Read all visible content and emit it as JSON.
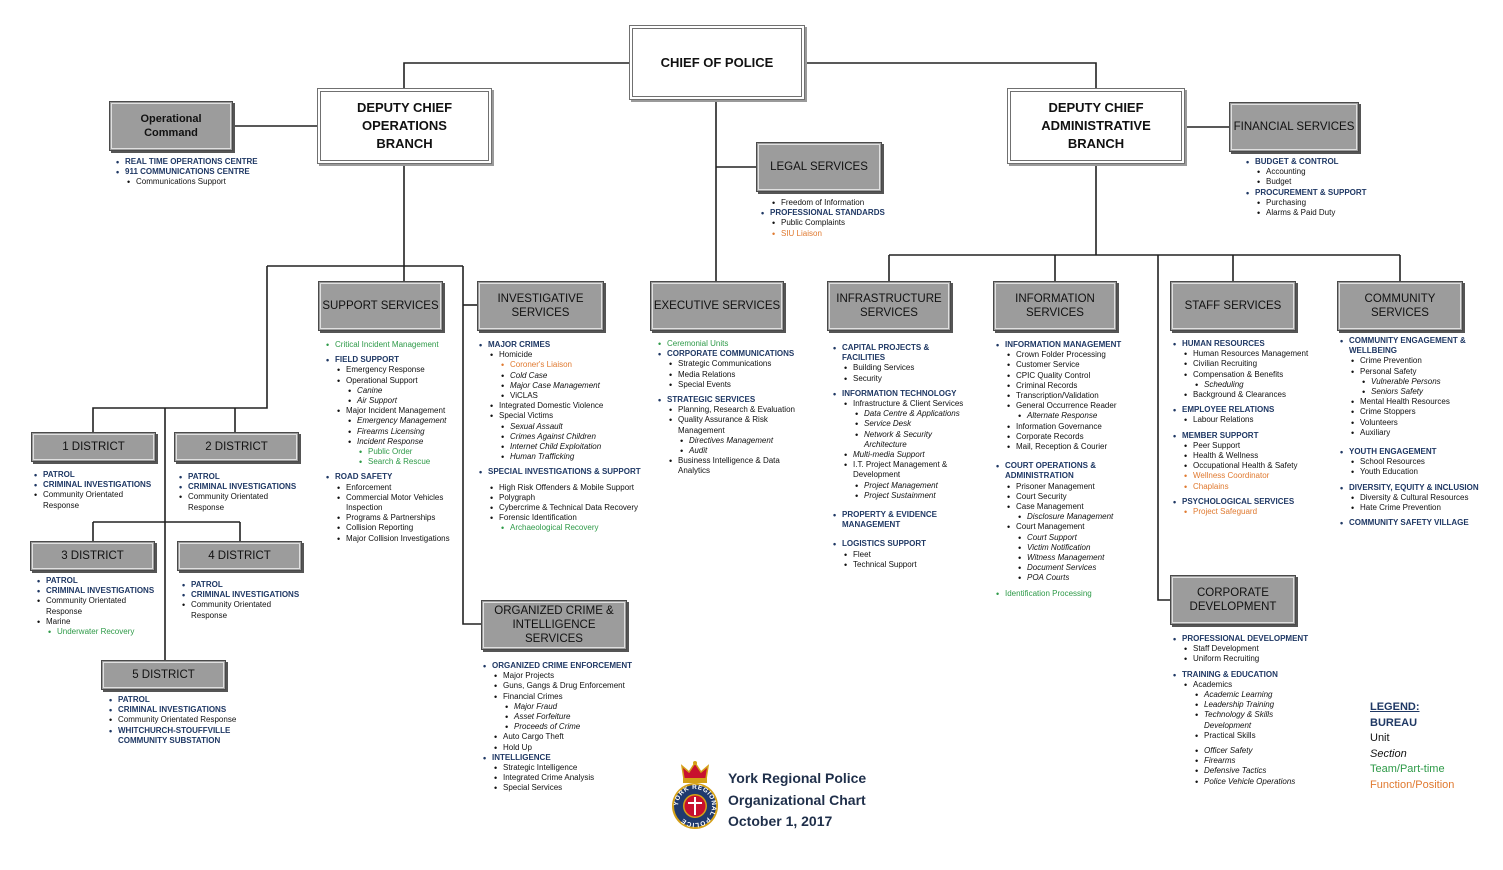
{
  "colors": {
    "bureau": "#1f3864",
    "team": "#2e9a48",
    "function": "#e07a30",
    "box_gray": "#9c9c9c"
  },
  "boxes": {
    "chief": "CHIEF OF POLICE",
    "deputy_ops": "DEPUTY CHIEF\nOPERATIONS\nBRANCH",
    "deputy_admin": "DEPUTY CHIEF\nADMINISTRATIVE\nBRANCH",
    "operational_command": "Operational\nCommand",
    "legal": "LEGAL SERVICES",
    "financial": "FINANCIAL SERVICES",
    "support": "SUPPORT SERVICES",
    "investigative": "INVESTIGATIVE\nSERVICES",
    "executive": "EXECUTIVE SERVICES",
    "infrastructure": "INFRASTRUCTURE\nSERVICES",
    "information": "INFORMATION\nSERVICES",
    "staff": "STAFF SERVICES",
    "community": "COMMUNITY SERVICES",
    "organized_crime": "ORGANIZED CRIME &\nINTELLIGENCE SERVICES",
    "corporate_dev": "CORPORATE\nDEVELOPMENT",
    "district1": "1 DISTRICT",
    "district2": "2 DISTRICT",
    "district3": "3 DISTRICT",
    "district4": "4 DISTRICT",
    "district5": "5 DISTRICT"
  },
  "lists": {
    "operational": [
      {
        "t": "REAL TIME OPERATIONS CENTRE",
        "c": "bureau",
        "l": 1
      },
      {
        "t": "911 COMMUNICATIONS CENTRE",
        "c": "bureau",
        "l": 1
      },
      {
        "t": "Communications Support",
        "c": "unit",
        "l": 2
      }
    ],
    "legal": [
      {
        "t": "Freedom of Information",
        "c": "unit",
        "l": 2
      },
      {
        "t": "PROFESSIONAL STANDARDS",
        "c": "bureau",
        "l": 1
      },
      {
        "t": "Public Complaints",
        "c": "unit",
        "l": 2
      },
      {
        "t": "SIU Liaison",
        "c": "func",
        "l": 2
      }
    ],
    "financial": [
      {
        "t": "BUDGET & CONTROL",
        "c": "bureau",
        "l": 1
      },
      {
        "t": "Accounting",
        "c": "unit",
        "l": 2
      },
      {
        "t": "Budget",
        "c": "unit",
        "l": 2
      },
      {
        "t": "PROCUREMENT & SUPPORT",
        "c": "bureau",
        "l": 1
      },
      {
        "t": "Purchasing",
        "c": "unit",
        "l": 2
      },
      {
        "t": "Alarms & Paid Duty",
        "c": "unit",
        "l": 2
      }
    ],
    "support": [
      {
        "t": "Critical Incident Management",
        "c": "team",
        "l": 1
      },
      {
        "t": "FIELD SUPPORT",
        "c": "bureau",
        "l": 1,
        "g": 1
      },
      {
        "t": "Emergency Response",
        "c": "unit",
        "l": 2
      },
      {
        "t": "Operational Support",
        "c": "unit",
        "l": 2
      },
      {
        "t": "Canine",
        "c": "section",
        "l": 3
      },
      {
        "t": "Air Support",
        "c": "section",
        "l": 3
      },
      {
        "t": "Major Incident Management",
        "c": "unit",
        "l": 2
      },
      {
        "t": "Emergency Management",
        "c": "section",
        "l": 3
      },
      {
        "t": "Firearms Licensing",
        "c": "section",
        "l": 3
      },
      {
        "t": "Incident Response",
        "c": "section",
        "l": 3
      },
      {
        "t": "Public Order",
        "c": "team",
        "l": 4
      },
      {
        "t": "Search & Rescue",
        "c": "team",
        "l": 4
      },
      {
        "t": "ROAD SAFETY",
        "c": "bureau",
        "l": 1,
        "g": 1
      },
      {
        "t": "Enforcement",
        "c": "unit",
        "l": 2
      },
      {
        "t": "Commercial Motor Vehicles Inspection",
        "c": "unit",
        "l": 2
      },
      {
        "t": "Programs & Partnerships",
        "c": "unit",
        "l": 2
      },
      {
        "t": "Collision Reporting",
        "c": "unit",
        "l": 2
      },
      {
        "t": "Major Collision Investigations",
        "c": "unit",
        "l": 2
      }
    ],
    "investigative": [
      {
        "t": "MAJOR CRIMES",
        "c": "bureau",
        "l": 1
      },
      {
        "t": "Homicide",
        "c": "unit",
        "l": 2
      },
      {
        "t": "Coroner's Liaison",
        "c": "func",
        "l": 3
      },
      {
        "t": "Cold Case",
        "c": "section",
        "l": 3
      },
      {
        "t": "Major Case Management",
        "c": "section",
        "l": 3
      },
      {
        "t": "ViCLAS",
        "c": "unit",
        "l": 3
      },
      {
        "t": "Integrated Domestic Violence",
        "c": "unit",
        "l": 2
      },
      {
        "t": "Special Victims",
        "c": "unit",
        "l": 2
      },
      {
        "t": "Sexual Assault",
        "c": "section",
        "l": 3
      },
      {
        "t": "Crimes Against Children",
        "c": "section",
        "l": 3
      },
      {
        "t": "Internet Child Exploitation",
        "c": "section",
        "l": 3
      },
      {
        "t": "Human Trafficking",
        "c": "section",
        "l": 3
      },
      {
        "t": "SPECIAL INVESTIGATIONS & SUPPORT",
        "c": "bureau",
        "l": 1,
        "g": 1
      },
      {
        "t": "High Risk Offenders & Mobile Support",
        "c": "unit",
        "l": 2,
        "g": 1
      },
      {
        "t": "Polygraph",
        "c": "unit",
        "l": 2
      },
      {
        "t": "Cybercrime & Technical Data Recovery",
        "c": "unit",
        "l": 2
      },
      {
        "t": "Forensic Identification",
        "c": "unit",
        "l": 2
      },
      {
        "t": "Archaeological Recovery",
        "c": "team",
        "l": 3
      }
    ],
    "organized": [
      {
        "t": "ORGANIZED CRIME ENFORCEMENT",
        "c": "bureau",
        "l": 1
      },
      {
        "t": "Major Projects",
        "c": "unit",
        "l": 2
      },
      {
        "t": "Guns, Gangs & Drug Enforcement",
        "c": "unit",
        "l": 2
      },
      {
        "t": "Financial Crimes",
        "c": "unit",
        "l": 2
      },
      {
        "t": "Major Fraud",
        "c": "section",
        "l": 3
      },
      {
        "t": "Asset Forfeiture",
        "c": "section",
        "l": 3
      },
      {
        "t": "Proceeds of Crime",
        "c": "section",
        "l": 3
      },
      {
        "t": "Auto Cargo Theft",
        "c": "unit",
        "l": 2
      },
      {
        "t": "Hold Up",
        "c": "unit",
        "l": 2
      },
      {
        "t": "INTELLIGENCE",
        "c": "bureau",
        "l": 1
      },
      {
        "t": "Strategic Intelligence",
        "c": "unit",
        "l": 2
      },
      {
        "t": "Integrated Crime Analysis",
        "c": "unit",
        "l": 2
      },
      {
        "t": "Special Services",
        "c": "unit",
        "l": 2
      }
    ],
    "executive": [
      {
        "t": "Ceremonial Units",
        "c": "team",
        "l": 1
      },
      {
        "t": "CORPORATE COMMUNICATIONS",
        "c": "bureau",
        "l": 1
      },
      {
        "t": "Strategic Communications",
        "c": "unit",
        "l": 2
      },
      {
        "t": "Media Relations",
        "c": "unit",
        "l": 2
      },
      {
        "t": "Special Events",
        "c": "unit",
        "l": 2
      },
      {
        "t": "STRATEGIC SERVICES",
        "c": "bureau",
        "l": 1,
        "g": 1
      },
      {
        "t": "Planning, Research & Evaluation",
        "c": "unit",
        "l": 2
      },
      {
        "t": "Quality Assurance & Risk Management",
        "c": "unit",
        "l": 2
      },
      {
        "t": "Directives Management",
        "c": "section",
        "l": 3
      },
      {
        "t": "Audit",
        "c": "section",
        "l": 3
      },
      {
        "t": "Business Intelligence & Data Analytics",
        "c": "unit",
        "l": 2
      }
    ],
    "infrastructure": [
      {
        "t": "CAPITAL PROJECTS & FACILITIES",
        "c": "bureau",
        "l": 1
      },
      {
        "t": "Building Services",
        "c": "unit",
        "l": 2
      },
      {
        "t": "Security",
        "c": "unit",
        "l": 2
      },
      {
        "t": "INFORMATION TECHNOLOGY",
        "c": "bureau",
        "l": 1,
        "g": 1
      },
      {
        "t": "Infrastructure & Client Services",
        "c": "unit",
        "l": 2
      },
      {
        "t": "Data Centre & Applications",
        "c": "section",
        "l": 3
      },
      {
        "t": "Service Desk",
        "c": "section",
        "l": 3
      },
      {
        "t": "Network & Security Architecture",
        "c": "section",
        "l": 3
      },
      {
        "t": "Multi-media Support",
        "c": "section",
        "l": 2
      },
      {
        "t": "I.T. Project Management & Development",
        "c": "unit",
        "l": 2
      },
      {
        "t": "Project Management",
        "c": "section",
        "l": 3
      },
      {
        "t": "Project Sustainment",
        "c": "section",
        "l": 3
      },
      {
        "t": "PROPERTY & EVIDENCE MANAGEMENT",
        "c": "bureau",
        "l": 1,
        "g": 2
      },
      {
        "t": "LOGISTICS SUPPORT",
        "c": "bureau",
        "l": 1,
        "g": 2
      },
      {
        "t": "Fleet",
        "c": "unit",
        "l": 2
      },
      {
        "t": "Technical Support",
        "c": "unit",
        "l": 2
      }
    ],
    "information": [
      {
        "t": "INFORMATION MANAGEMENT",
        "c": "bureau",
        "l": 1
      },
      {
        "t": "Crown Folder Processing",
        "c": "unit",
        "l": 2
      },
      {
        "t": "Customer Service",
        "c": "unit",
        "l": 2
      },
      {
        "t": "CPIC Quality Control",
        "c": "unit",
        "l": 2
      },
      {
        "t": "Criminal Records",
        "c": "unit",
        "l": 2
      },
      {
        "t": "Transcription/Validation",
        "c": "unit",
        "l": 2
      },
      {
        "t": "General Occurrence Reader",
        "c": "unit",
        "l": 2
      },
      {
        "t": "Alternate Response",
        "c": "section",
        "l": 3
      },
      {
        "t": "Information Governance",
        "c": "unit",
        "l": 2
      },
      {
        "t": "Corporate Records",
        "c": "unit",
        "l": 2
      },
      {
        "t": "Mail, Reception & Courier",
        "c": "unit",
        "l": 2
      },
      {
        "t": "COURT OPERATIONS & ADMINISTRATION",
        "c": "bureau",
        "l": 1,
        "g": 2
      },
      {
        "t": "Prisoner Management",
        "c": "unit",
        "l": 2
      },
      {
        "t": "Court Security",
        "c": "unit",
        "l": 2
      },
      {
        "t": "Case Management",
        "c": "unit",
        "l": 2
      },
      {
        "t": "Disclosure Management",
        "c": "section",
        "l": 3
      },
      {
        "t": "Court Management",
        "c": "unit",
        "l": 2
      },
      {
        "t": "Court Support",
        "c": "section",
        "l": 3
      },
      {
        "t": "Victim Notification",
        "c": "section",
        "l": 3
      },
      {
        "t": "Witness Management",
        "c": "section",
        "l": 3
      },
      {
        "t": "Document Services",
        "c": "section",
        "l": 3
      },
      {
        "t": "POA Courts",
        "c": "section",
        "l": 3
      },
      {
        "t": "Identification Processing",
        "c": "team",
        "l": 1,
        "g": 1
      }
    ],
    "staff": [
      {
        "t": "HUMAN RESOURCES",
        "c": "bureau",
        "l": 1
      },
      {
        "t": "Human Resources Management",
        "c": "unit",
        "l": 2
      },
      {
        "t": "Civilian Recruiting",
        "c": "unit",
        "l": 2
      },
      {
        "t": "Compensation & Benefits",
        "c": "unit",
        "l": 2
      },
      {
        "t": "Scheduling",
        "c": "section",
        "l": 3
      },
      {
        "t": "Background & Clearances",
        "c": "unit",
        "l": 2
      },
      {
        "t": "EMPLOYEE RELATIONS",
        "c": "bureau",
        "l": 1,
        "g": 1
      },
      {
        "t": "Labour Relations",
        "c": "unit",
        "l": 2
      },
      {
        "t": "MEMBER SUPPORT",
        "c": "bureau",
        "l": 1,
        "g": 1
      },
      {
        "t": "Peer Support",
        "c": "unit",
        "l": 2
      },
      {
        "t": "Health & Wellness",
        "c": "unit",
        "l": 2
      },
      {
        "t": "Occupational Health & Safety",
        "c": "unit",
        "l": 2
      },
      {
        "t": "Wellness Coordinator",
        "c": "func",
        "l": 2
      },
      {
        "t": "Chaplains",
        "c": "func",
        "l": 2
      },
      {
        "t": "PSYCHOLOGICAL SERVICES",
        "c": "bureau",
        "l": 1,
        "g": 1
      },
      {
        "t": "Project Safeguard",
        "c": "func",
        "l": 2
      }
    ],
    "corporate": [
      {
        "t": "PROFESSIONAL DEVELOPMENT",
        "c": "bureau",
        "l": 1
      },
      {
        "t": "Staff Development",
        "c": "unit",
        "l": 2
      },
      {
        "t": "Uniform Recruiting",
        "c": "unit",
        "l": 2
      },
      {
        "t": "TRAINING & EDUCATION",
        "c": "bureau",
        "l": 1,
        "g": 1
      },
      {
        "t": "Academics",
        "c": "unit",
        "l": 2
      },
      {
        "t": "Academic Learning",
        "c": "section",
        "l": 3
      },
      {
        "t": "Leadership Training",
        "c": "section",
        "l": 3
      },
      {
        "t": "Technology & Skills Development",
        "c": "section",
        "l": 3
      },
      {
        "t": "Practical Skills",
        "c": "unit",
        "l": 3
      },
      {
        "t": "Officer Safety",
        "c": "section",
        "l": 3,
        "g": 1
      },
      {
        "t": "Firearms",
        "c": "section",
        "l": 3
      },
      {
        "t": "Defensive Tactics",
        "c": "section",
        "l": 3
      },
      {
        "t": "Police Vehicle Operations",
        "c": "section",
        "l": 3
      }
    ],
    "community": [
      {
        "t": "COMMUNITY ENGAGEMENT & WELLBEING",
        "c": "bureau",
        "l": 1
      },
      {
        "t": "Crime Prevention",
        "c": "unit",
        "l": 2
      },
      {
        "t": "Personal Safety",
        "c": "unit",
        "l": 2
      },
      {
        "t": "Vulnerable Persons",
        "c": "section",
        "l": 3
      },
      {
        "t": "Seniors Safety",
        "c": "section",
        "l": 3
      },
      {
        "t": "Mental Health Resources",
        "c": "unit",
        "l": 2
      },
      {
        "t": "Crime Stoppers",
        "c": "unit",
        "l": 2
      },
      {
        "t": "Volunteers",
        "c": "unit",
        "l": 2
      },
      {
        "t": "Auxiliary",
        "c": "unit",
        "l": 2
      },
      {
        "t": "YOUTH ENGAGEMENT",
        "c": "bureau",
        "l": 1,
        "g": 2
      },
      {
        "t": "School Resources",
        "c": "unit",
        "l": 2
      },
      {
        "t": "Youth Education",
        "c": "unit",
        "l": 2
      },
      {
        "t": "DIVERSITY, EQUITY & INCLUSION",
        "c": "bureau",
        "l": 1,
        "g": 1
      },
      {
        "t": "Diversity & Cultural Resources",
        "c": "unit",
        "l": 2
      },
      {
        "t": "Hate Crime Prevention",
        "c": "unit",
        "l": 2
      },
      {
        "t": "COMMUNITY SAFETY VILLAGE",
        "c": "bureau",
        "l": 1,
        "g": 1
      }
    ],
    "d1": [
      {
        "t": "PATROL",
        "c": "bureau",
        "l": 1
      },
      {
        "t": "CRIMINAL INVESTIGATIONS",
        "c": "bureau",
        "l": 1
      },
      {
        "t": "Community Orientated Response",
        "c": "unit",
        "l": 1
      }
    ],
    "d2": [
      {
        "t": "PATROL",
        "c": "bureau",
        "l": 1
      },
      {
        "t": "CRIMINAL INVESTIGATIONS",
        "c": "bureau",
        "l": 1
      },
      {
        "t": "Community Orientated Response",
        "c": "unit",
        "l": 1
      }
    ],
    "d3": [
      {
        "t": "PATROL",
        "c": "bureau",
        "l": 1
      },
      {
        "t": "CRIMINAL INVESTIGATIONS",
        "c": "bureau",
        "l": 1
      },
      {
        "t": "Community Orientated Response",
        "c": "unit",
        "l": 1
      },
      {
        "t": "Marine",
        "c": "unit",
        "l": 1
      },
      {
        "t": "Underwater Recovery",
        "c": "team",
        "l": 2
      }
    ],
    "d4": [
      {
        "t": "PATROL",
        "c": "bureau",
        "l": 1
      },
      {
        "t": "CRIMINAL INVESTIGATIONS",
        "c": "bureau",
        "l": 1
      },
      {
        "t": "Community Orientated Response",
        "c": "unit",
        "l": 1
      }
    ],
    "d5": [
      {
        "t": "PATROL",
        "c": "bureau",
        "l": 1
      },
      {
        "t": "CRIMINAL INVESTIGATIONS",
        "c": "bureau",
        "l": 1
      },
      {
        "t": "Community Orientated Response",
        "c": "unit",
        "l": 1
      },
      {
        "t": "WHITCHURCH-STOUFFVILLE COMMUNITY SUBSTATION",
        "c": "bureau",
        "l": 1
      }
    ]
  },
  "legend": {
    "title": "LEGEND:",
    "bureau": "BUREAU",
    "unit": "Unit",
    "section": "Section",
    "team": "Team/Part-time",
    "function": "Function/Position"
  },
  "title_block": {
    "line1": "York Regional Police",
    "line2": "Organizational Chart",
    "line3": "October 1, 2017"
  },
  "logo": {
    "icon": "york-regional-police-crest-icon",
    "ring_text": "YORK REGIONAL POLICE"
  }
}
